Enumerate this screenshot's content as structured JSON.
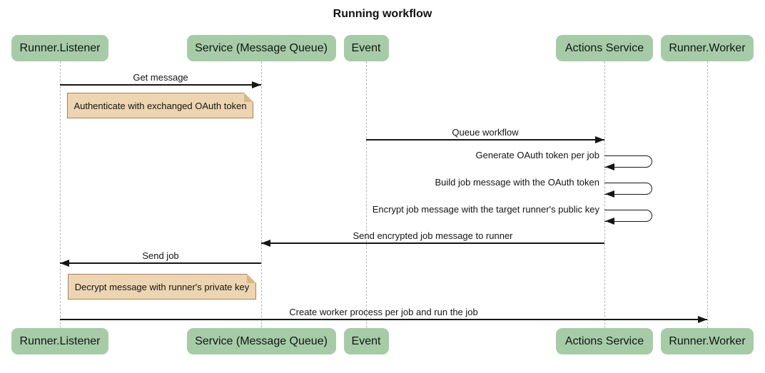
{
  "title": "Running workflow",
  "colors": {
    "actor_fill": "#a5cca7",
    "note_fill": "#edd5b1",
    "note_border": "#a8834f",
    "lifeline": "#b5b5b5",
    "arrow": "#151515",
    "text": "#141414"
  },
  "participants": [
    {
      "id": "runner_listener",
      "label": "Runner.Listener"
    },
    {
      "id": "service_mq",
      "label": "Service (Message Queue)"
    },
    {
      "id": "event",
      "label": "Event"
    },
    {
      "id": "actions_service",
      "label": "Actions Service"
    },
    {
      "id": "runner_worker",
      "label": "Runner.Worker"
    }
  ],
  "steps": [
    {
      "type": "message",
      "from": "runner_listener",
      "to": "service_mq",
      "label": "Get message"
    },
    {
      "type": "note",
      "over": "runner_listener",
      "label": "Authenticate with exchanged OAuth token"
    },
    {
      "type": "message",
      "from": "event",
      "to": "actions_service",
      "label": "Queue workflow"
    },
    {
      "type": "self",
      "on": "actions_service",
      "label": "Generate OAuth token per job"
    },
    {
      "type": "self",
      "on": "actions_service",
      "label": "Build job message with the OAuth token"
    },
    {
      "type": "self",
      "on": "actions_service",
      "label": "Encrypt job message with the target runner's public key"
    },
    {
      "type": "message",
      "from": "actions_service",
      "to": "service_mq",
      "label": "Send encrypted job message to runner"
    },
    {
      "type": "message",
      "from": "service_mq",
      "to": "runner_listener",
      "label": "Send job"
    },
    {
      "type": "note",
      "over": "runner_listener",
      "label": "Decrypt message with runner's private key"
    },
    {
      "type": "message",
      "from": "runner_listener",
      "to": "runner_worker",
      "label": "Create worker process per job and run the job"
    }
  ]
}
